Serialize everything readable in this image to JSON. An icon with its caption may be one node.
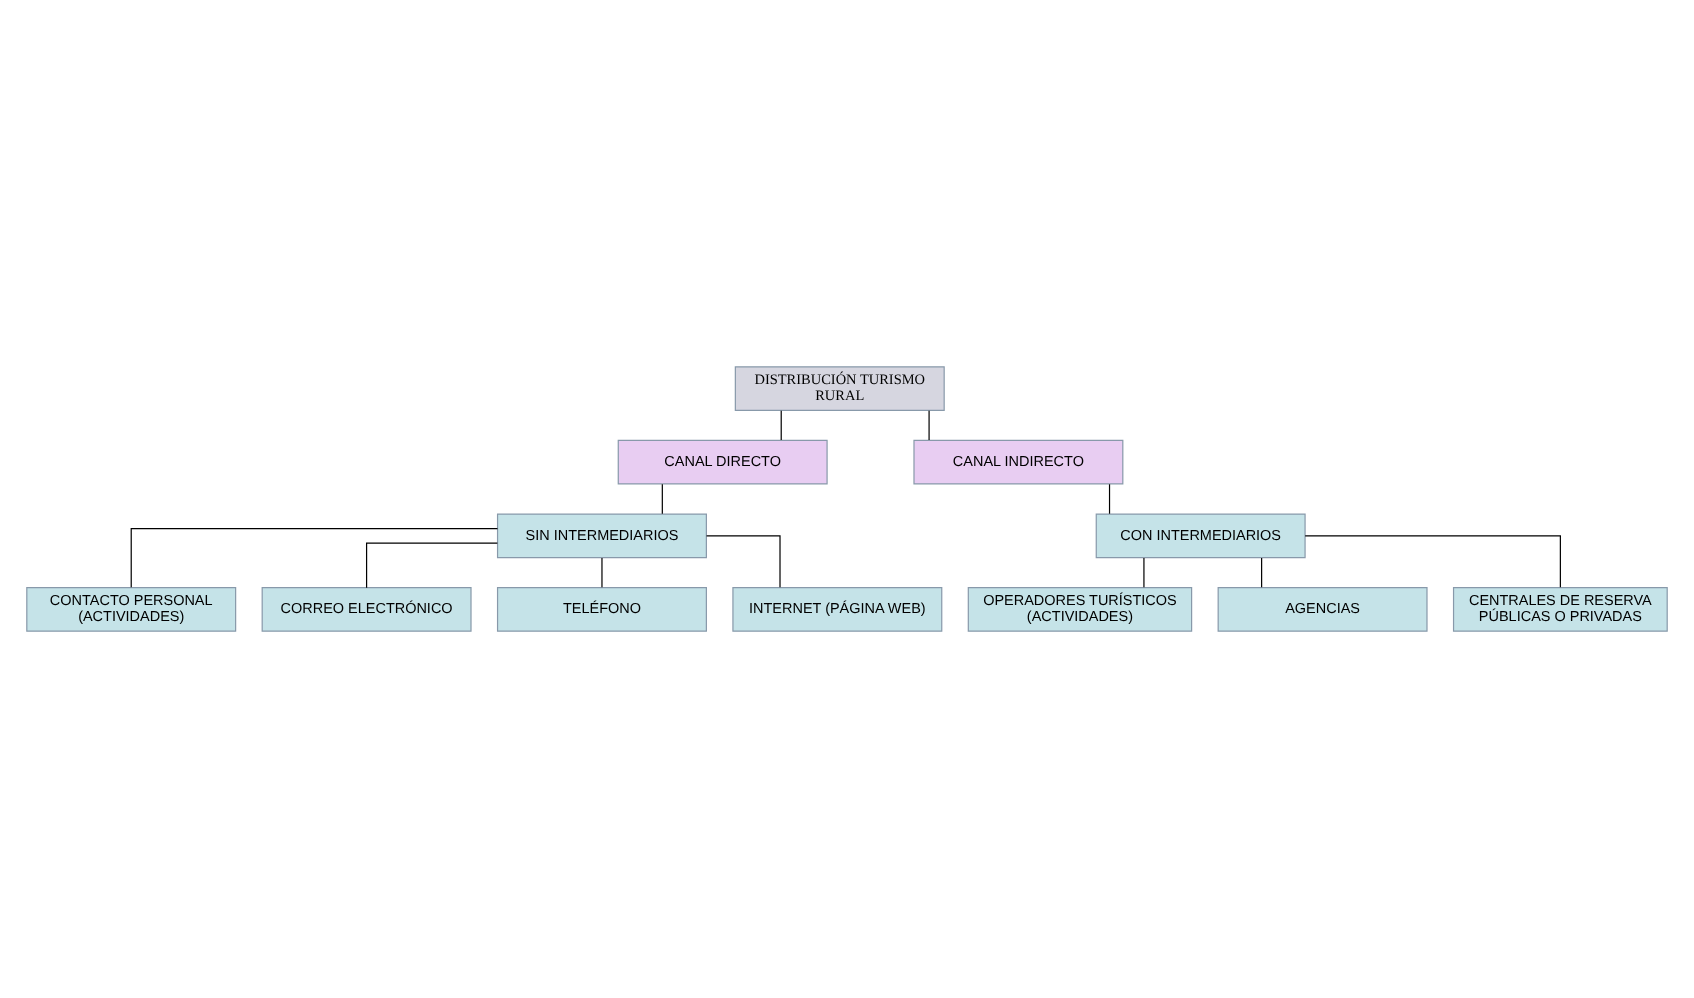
{
  "diagram": {
    "nodes": [
      {
        "text": [
          "DISTRIBUCIÓN TURISMO RURAL"
        ]
      },
      {
        "text": [
          "CANAL DIRECTO"
        ]
      },
      {
        "text": [
          "CANAL INDIRECTO"
        ]
      },
      {
        "text": [
          "SIN INTERMEDIARIOS"
        ]
      },
      {
        "text": [
          "CON INTERMEDIARIOS"
        ]
      },
      {
        "text": [
          "CONTACTO PERSONAL (ACTIVIDADES)"
        ]
      },
      {
        "text": [
          "CORREO ELECTRÓNICO"
        ]
      },
      {
        "text": [
          "TELÉFONO"
        ]
      },
      {
        "text": [
          "INTERNET (PÁGINA WEB)"
        ]
      },
      {
        "text": [
          "OPERADORES TURÍSTICOS (ACTIVIDADES)"
        ]
      },
      {
        "text": [
          "AGENCIAS"
        ]
      },
      {
        "text": [
          "CENTRALES DE RESERVA PÚBLICAS O PRIVADAS"
        ]
      }
    ],
    "edges": [
      {
        "from": 0,
        "to": 1,
        "arrow": "none"
      },
      {
        "from": 0,
        "to": 2,
        "arrow": "none"
      },
      {
        "from": 1,
        "to": 3,
        "arrow": "none"
      },
      {
        "from": 2,
        "to": 4,
        "arrow": "none"
      },
      {
        "from": 3,
        "to": 5,
        "arrow": "none"
      },
      {
        "from": 3,
        "to": 6,
        "arrow": "none"
      },
      {
        "from": 3,
        "to": 7,
        "arrow": "none"
      },
      {
        "from": 3,
        "to": 8,
        "arrow": "none"
      },
      {
        "from": 4,
        "to": 9,
        "arrow": "none"
      },
      {
        "from": 4,
        "to": 10,
        "arrow": "none"
      },
      {
        "from": 4,
        "to": 11,
        "arrow": "none"
      }
    ]
  }
}
